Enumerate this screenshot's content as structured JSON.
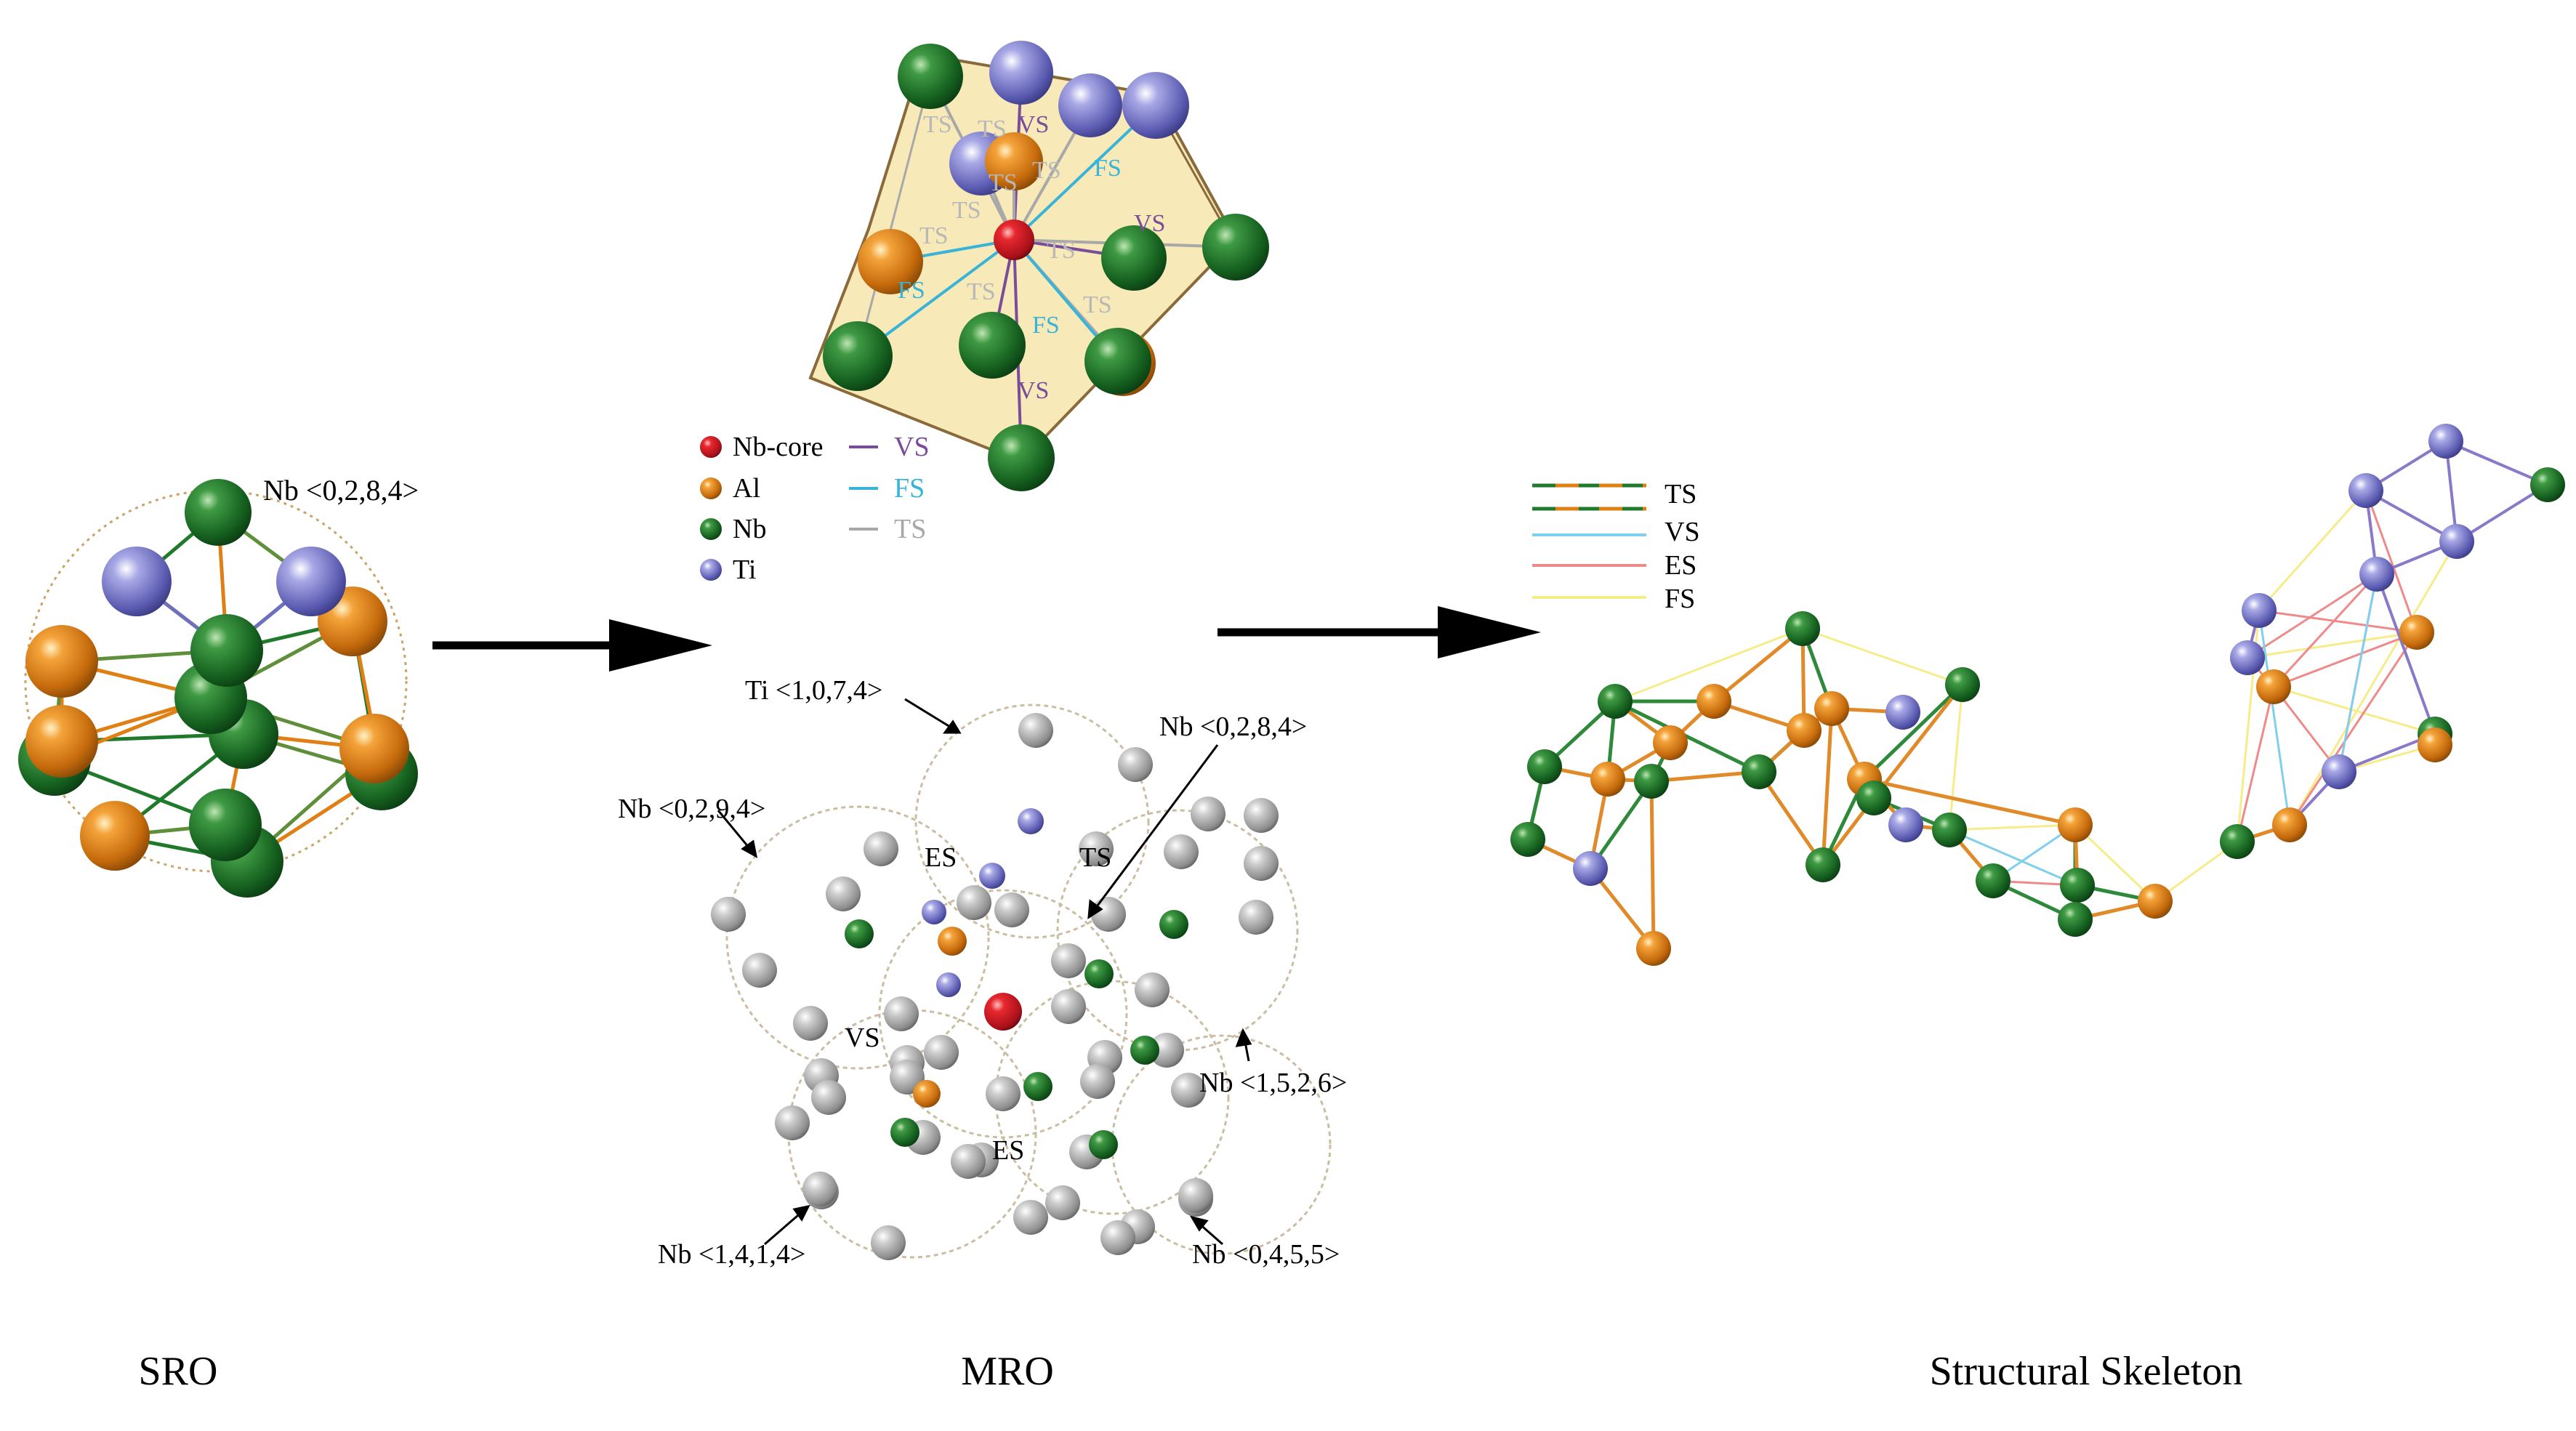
{
  "panels": {
    "sro": {
      "caption": "SRO",
      "cluster_label": "Nb <0,2,8,4>"
    },
    "mro": {
      "caption": "MRO",
      "legend": {
        "atoms": [
          {
            "label": "Nb-core",
            "color": "#d0202a"
          },
          {
            "label": "Al",
            "color": "#e07f14"
          },
          {
            "label": "Nb",
            "color": "#1f7a2c"
          },
          {
            "label": "Ti",
            "color": "#6f6fc0"
          }
        ],
        "bonds": [
          {
            "label": "VS",
            "color": "#7a4d9a"
          },
          {
            "label": "FS",
            "color": "#39b4d8"
          },
          {
            "label": "TS",
            "color": "#a8a8a8"
          }
        ]
      },
      "polyhedron_labels": {
        "ts": "TS",
        "fs": "FS",
        "vs": "VS"
      },
      "cluster_labels": [
        "Ti <1,0,7,4>",
        "Nb <0,2,8,4>",
        "Nb <0,2,9,4>",
        "Nb <1,5,2,6>",
        "Nb <1,4,1,4>",
        "Nb <0,4,5,5>"
      ],
      "sharing_labels": {
        "es_top": "ES",
        "ts": "TS",
        "vs": "VS",
        "es_bottom": "ES"
      }
    },
    "skeleton": {
      "caption": "Structural Skeleton",
      "legend": [
        {
          "label": "TS",
          "style": "dashed",
          "colors": [
            "#1f7a2c",
            "#e07f14"
          ]
        },
        {
          "label": "VS",
          "style": "solid",
          "colors": [
            "#7fd0ee"
          ]
        },
        {
          "label": "ES",
          "style": "solid",
          "colors": [
            "#ef8a8a"
          ]
        },
        {
          "label": "FS",
          "style": "solid",
          "colors": [
            "#f6ec8a"
          ]
        }
      ]
    }
  },
  "colors": {
    "nb": "#1f7a2c",
    "al": "#e07f14",
    "ti": "#6f6fc0",
    "core": "#d0202a",
    "gray": "#a9a9a9",
    "arrow": "#000000",
    "polyhedron_fill": "#f7e9b8"
  }
}
